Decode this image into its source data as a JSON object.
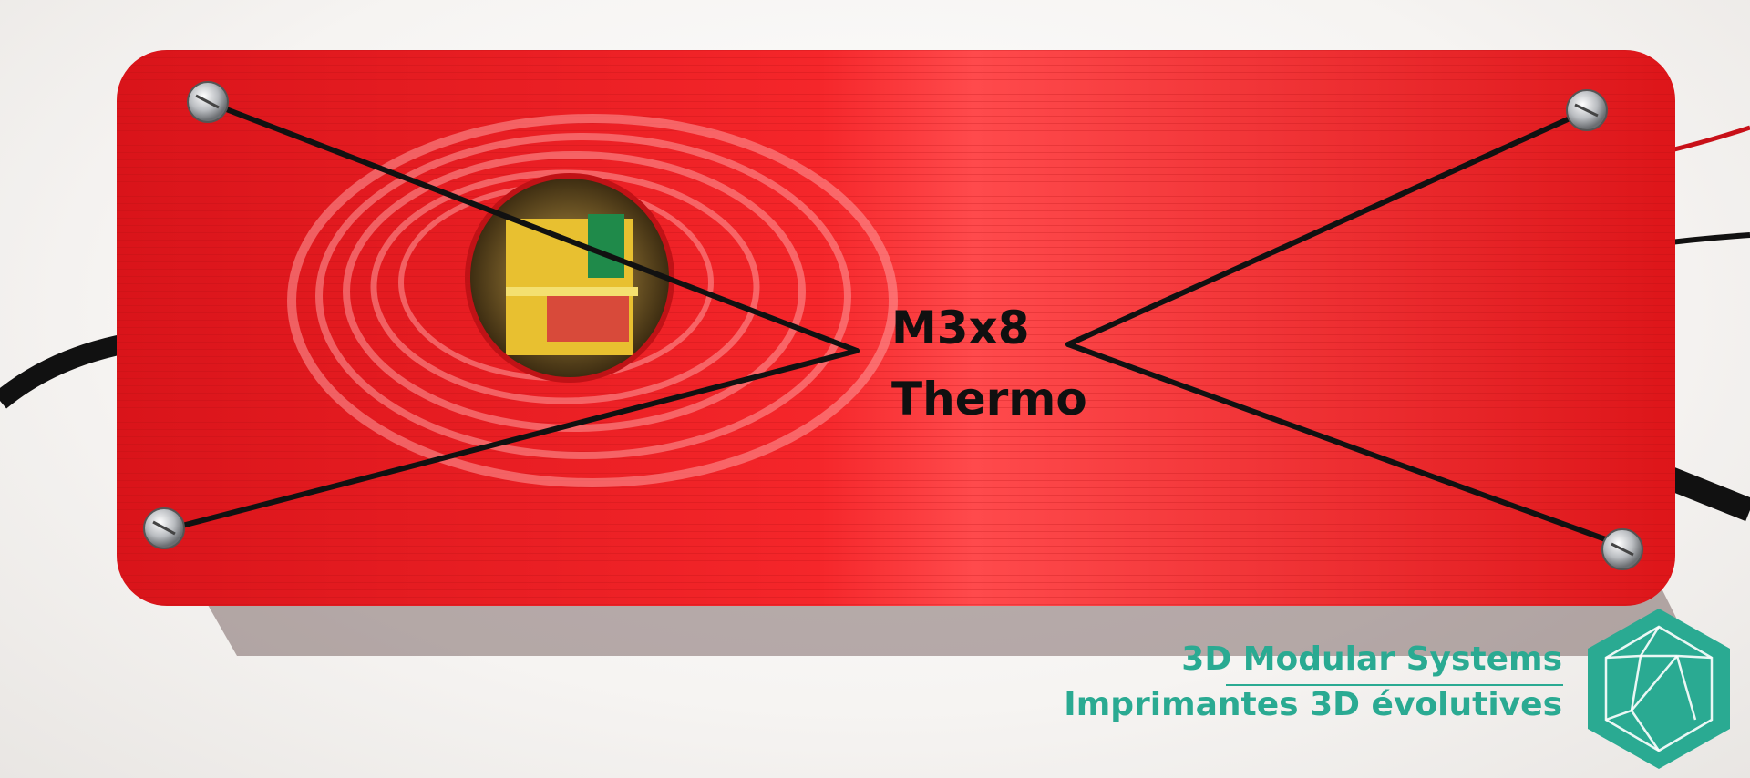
{
  "photo": {
    "subject": "red-3d-printed-enclosure",
    "annotation": {
      "screw_spec": "M3x8",
      "screw_type": "Thermo"
    },
    "colors": {
      "enclosure": "#e8161b",
      "annotation_lines": "#111111",
      "brand": "#2aaa92"
    }
  },
  "brand": {
    "name": "3D Modular Systems",
    "tagline": "Imprimantes 3D évolutives",
    "logo_icon": "icosahedron-icon"
  }
}
